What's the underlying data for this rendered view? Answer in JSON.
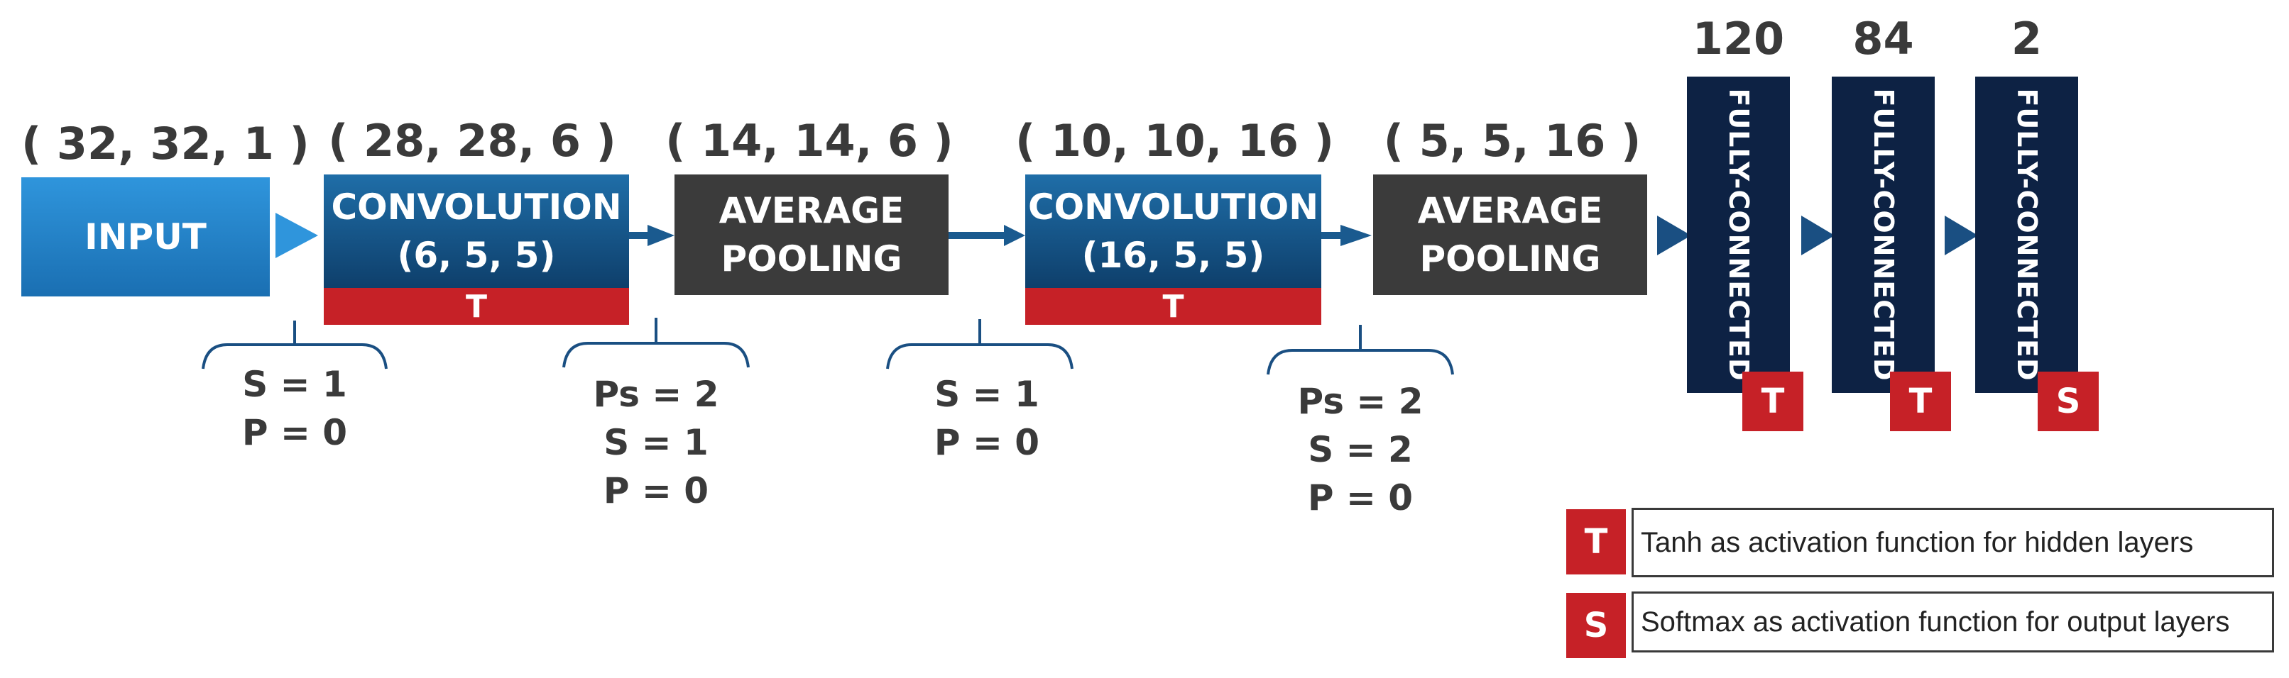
{
  "colors": {
    "input_blue": "#2f95dc",
    "conv_navy": "#0e3f6b",
    "pool_gray": "#3b3b3b",
    "fc_navy": "#0d2244",
    "activation_red": "#c62127",
    "arrow_blue": "#1a5a8f",
    "text_gray": "#3a3a3a"
  },
  "layers": {
    "input": {
      "dims": "( 32, 32, 1 )",
      "label": "INPUT"
    },
    "conv1": {
      "dims": "( 28, 28, 6 )",
      "label_line1": "CONVOLUTION",
      "label_line2": "(6, 5, 5)",
      "activation": "T"
    },
    "pool1": {
      "dims": "( 14, 14, 6 )",
      "label_line1": "AVERAGE",
      "label_line2": "POOLING"
    },
    "conv2": {
      "dims": "( 10, 10, 16 )",
      "label_line1": "CONVOLUTION",
      "label_line2": "(16, 5, 5)",
      "activation": "T"
    },
    "pool2": {
      "dims": "( 5, 5, 16 )",
      "label_line1": "AVERAGE",
      "label_line2": "POOLING"
    },
    "fc1": {
      "units": "120",
      "label": "FULLY-CONNECTED",
      "activation": "T"
    },
    "fc2": {
      "units": "84",
      "label": "FULLY-CONNECTED",
      "activation": "T"
    },
    "fc3": {
      "units": "2",
      "label": "FULLY-CONNECTED",
      "activation": "S"
    }
  },
  "params": {
    "p1": [
      "S = 1",
      "P = 0"
    ],
    "p2": [
      "Ps = 2",
      "S = 1",
      "P = 0"
    ],
    "p3": [
      "S = 1",
      "P = 0"
    ],
    "p4": [
      "Ps = 2",
      "S = 2",
      "P = 0"
    ]
  },
  "legend": [
    {
      "badge": "T",
      "text": "Tanh as activation function for hidden layers"
    },
    {
      "badge": "S",
      "text": "Softmax as activation function for output layers"
    }
  ]
}
